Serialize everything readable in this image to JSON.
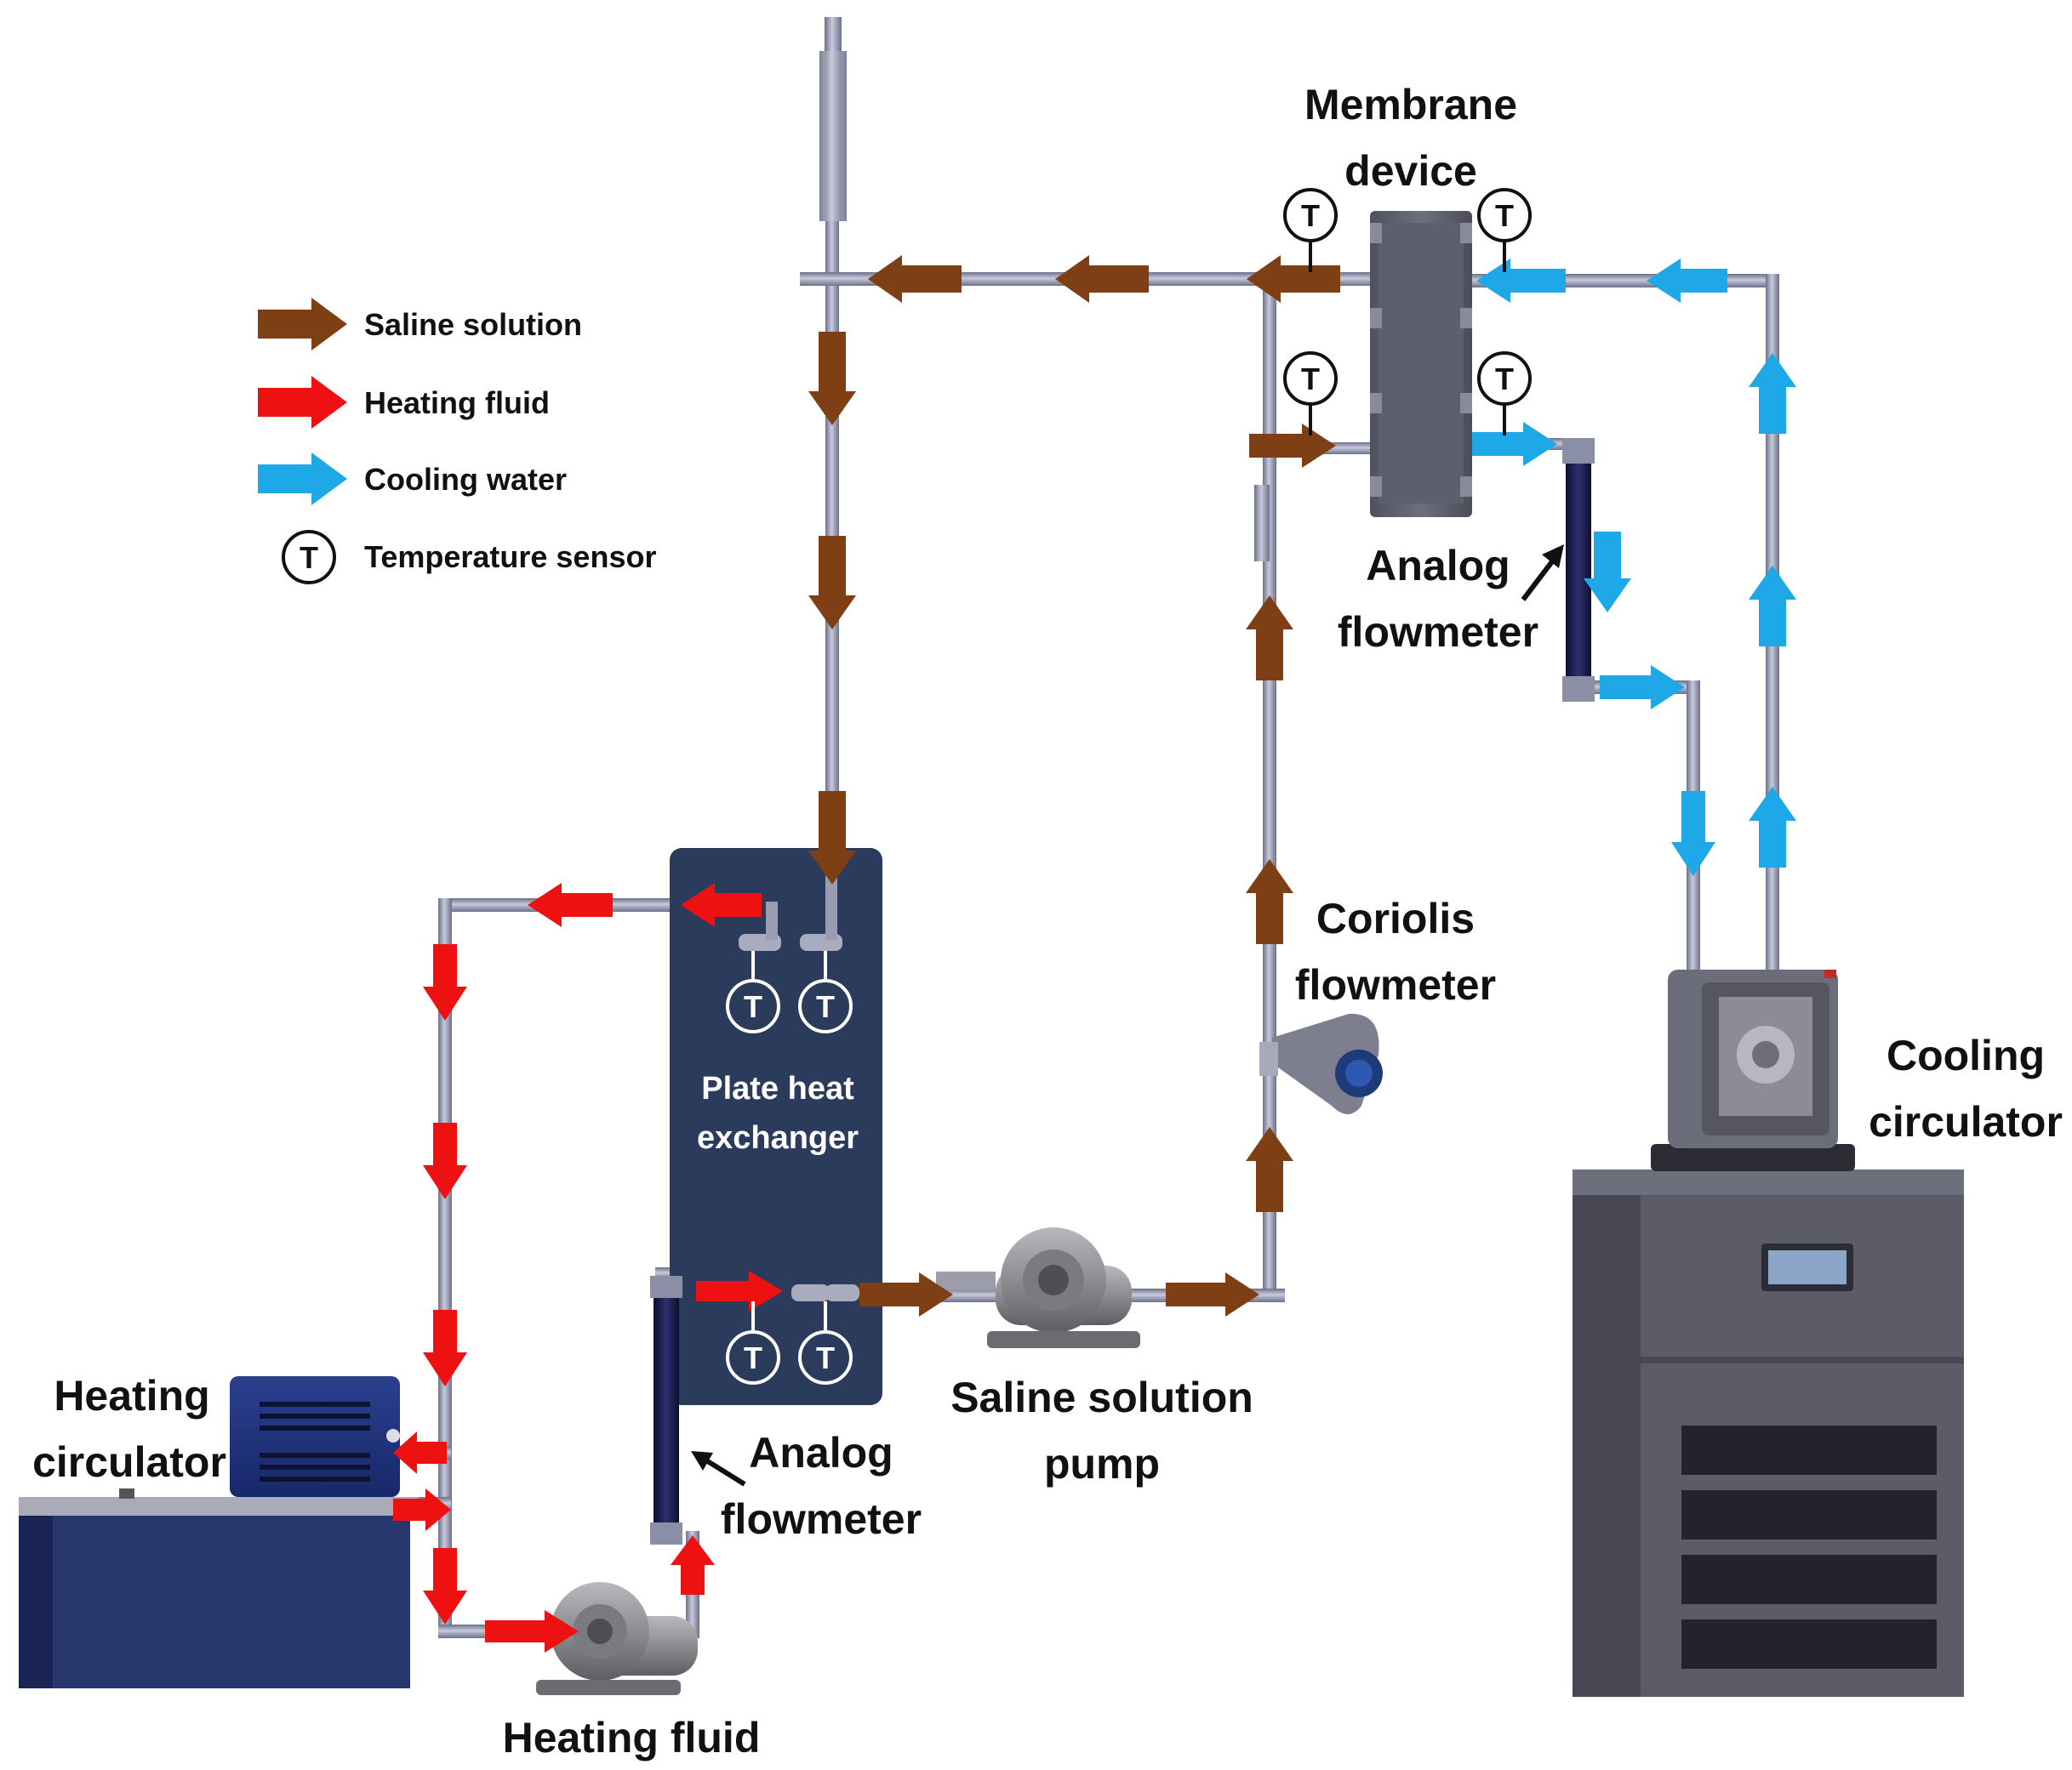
{
  "legend": {
    "saline_label": "Saline solution",
    "heating_label": "Heating fluid",
    "cooling_label": "Cooling water",
    "sensor_label": "Temperature sensor",
    "sensor_symbol": "T"
  },
  "labels": {
    "membrane_device": [
      "Membrane",
      "device"
    ],
    "analog_flowmeter_top": [
      "Analog",
      "flowmeter"
    ],
    "coriolis_flowmeter": [
      "Coriolis",
      "flowmeter"
    ],
    "cooling_circulator": [
      "Cooling",
      "circulator"
    ],
    "plate_heat_exchanger": [
      "Plate heat",
      "exchanger"
    ],
    "saline_solution_pump": [
      "Saline solution",
      "pump"
    ],
    "analog_flowmeter_bottom": [
      "Analog",
      "flowmeter"
    ],
    "heating_circulator": [
      "Heating",
      "circulator"
    ],
    "heating_fluid_pump": "Heating fluid"
  },
  "colors": {
    "saline": "#7f3f14",
    "heating": "#ee1111",
    "cooling": "#1fa8e8",
    "exchanger": "#2b3b5c",
    "pipe": "#8b8fa6",
    "equipment_grey": "#5e5f6b",
    "heating_blue": "#27376e"
  }
}
